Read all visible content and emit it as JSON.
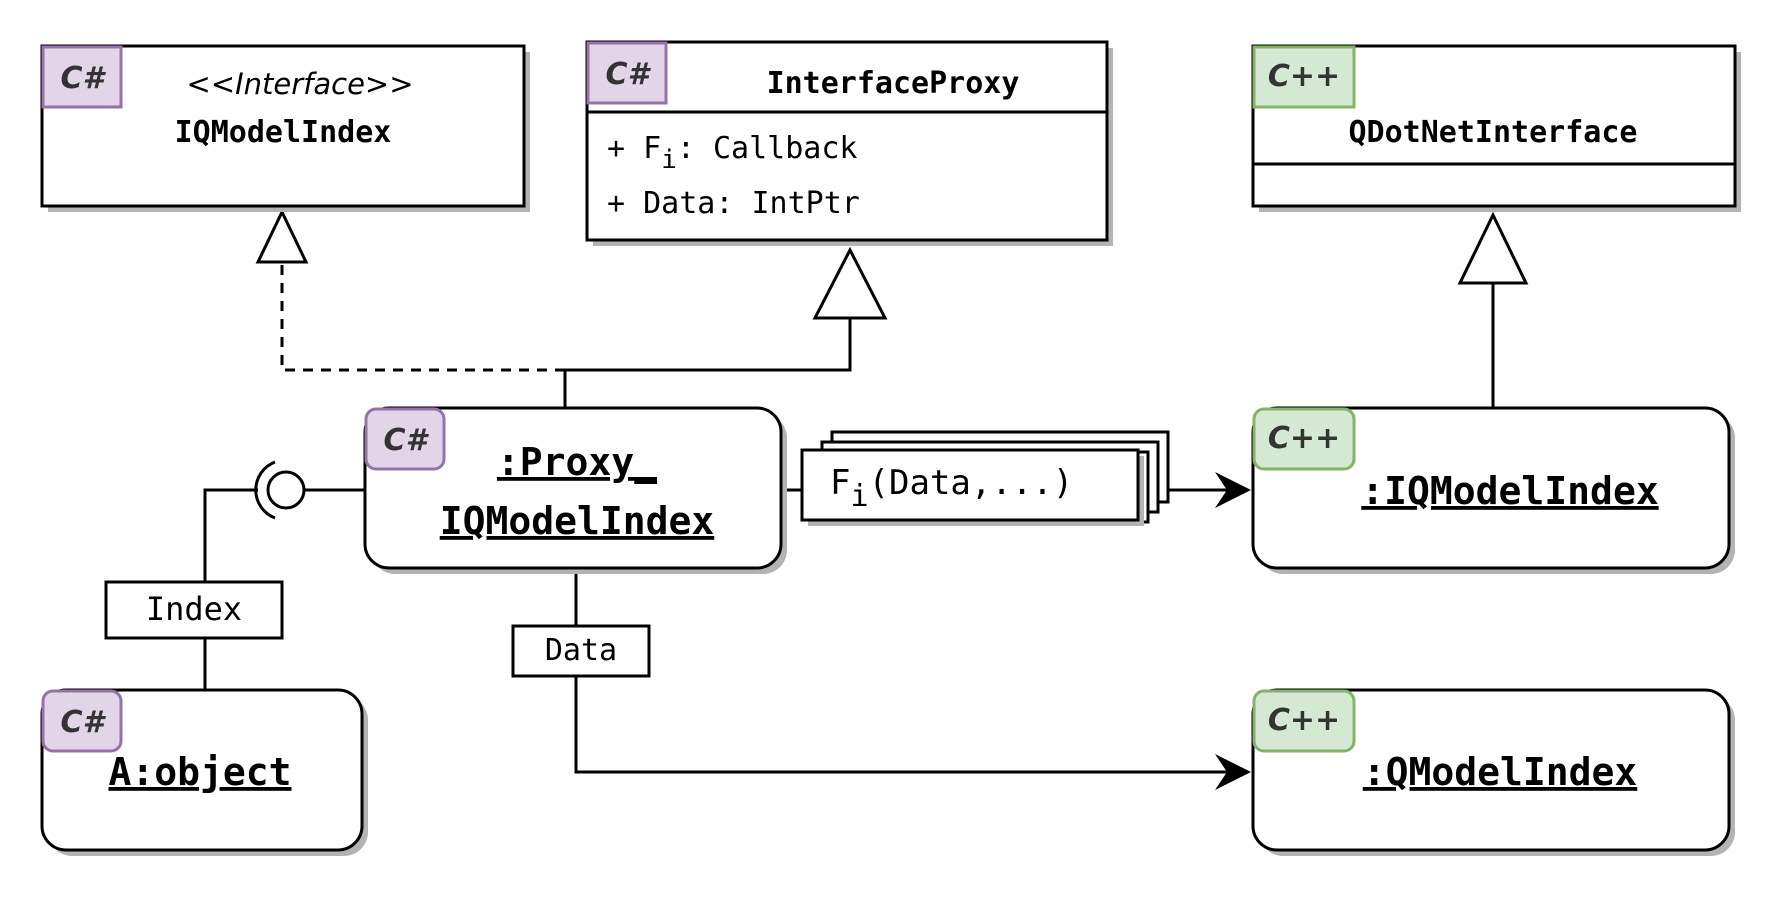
{
  "colors": {
    "csharp_fill": "#e1d5e7",
    "csharp_stroke": "#9673a6",
    "cpp_fill": "#d5e8d4",
    "cpp_stroke": "#82b366",
    "line": "#000000",
    "shadow": "#b3b3b3"
  },
  "lang": {
    "csharp": "C#",
    "cpp": "C++"
  },
  "iqmodelindex": {
    "stereotype": "<<Interface>>",
    "name": "IQModelIndex"
  },
  "interfaceproxy": {
    "name": "InterfaceProxy",
    "attr1_prefix": "+ F",
    "attr1_sub": "i",
    "attr1_suffix": ": Callback",
    "attr2": "+ Data: IntPtr"
  },
  "qdotnetinterface": {
    "name": "QDotNetInterface"
  },
  "proxy": {
    "line1": ":Proxy_",
    "line2": "IQModelIndex"
  },
  "cpp_iqmodelindex": {
    "name": ":IQModelIndex"
  },
  "aobject": {
    "name": "A:object"
  },
  "qmodelindex": {
    "name": ":QModelIndex"
  },
  "labels": {
    "index": "Index",
    "data": "Data",
    "call_prefix": "F",
    "call_sub": "i",
    "call_suffix": "(Data,...)"
  }
}
